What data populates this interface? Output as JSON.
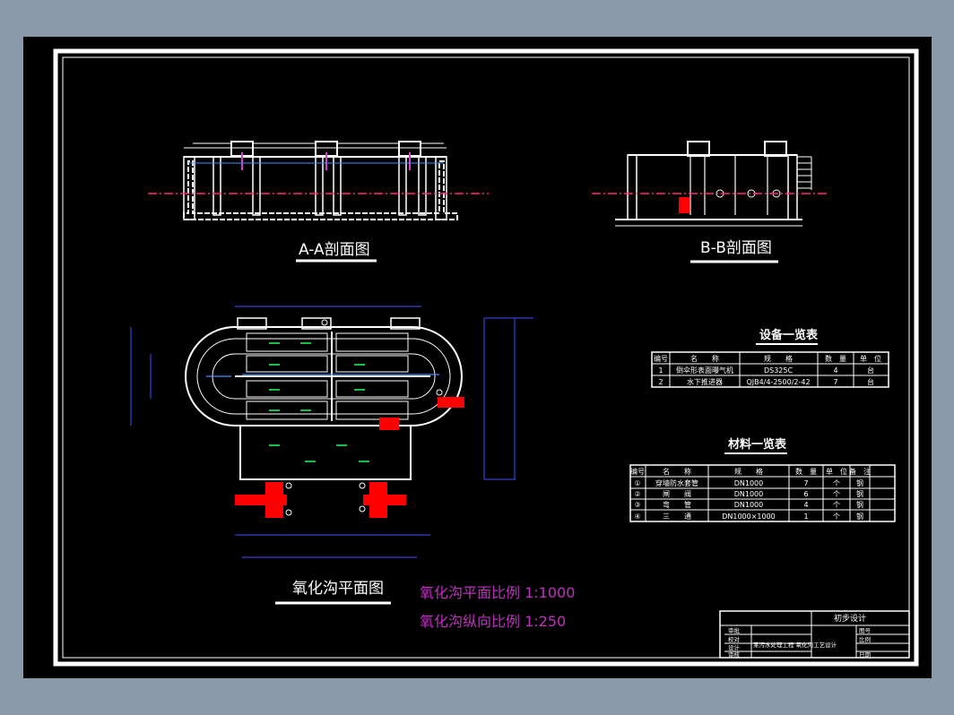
{
  "titles": {
    "section_aa": "A-A剖面图",
    "section_bb": "B-B剖面图",
    "plan": "氧化沟平面图"
  },
  "scales": {
    "plan": "氧化沟平面比例 1:1000",
    "section": "氧化沟纵向比例 1:250"
  },
  "equipment_table": {
    "title": "设备一览表",
    "headers": [
      "编号",
      "名　　称",
      "规　　格",
      "数　量",
      "单　位"
    ],
    "rows": [
      [
        "1",
        "倒伞形表面曝气机",
        "DS325C",
        "4",
        "台"
      ],
      [
        "2",
        "水下推进器",
        "QJB4/4-2500/2-42",
        "7",
        "台"
      ]
    ]
  },
  "material_table": {
    "title": "材料一览表",
    "headers": [
      "编号",
      "名　　称",
      "规　　格",
      "数　量",
      "单　位",
      "备　注"
    ],
    "rows": [
      [
        "①",
        "穿墙防水套管",
        "DN1000",
        "7",
        "个",
        "钢"
      ],
      [
        "②",
        "闸　　阀",
        "DN1000",
        "6",
        "个",
        "钢"
      ],
      [
        "③",
        "弯　　管",
        "DN1000",
        "4",
        "个",
        "钢"
      ],
      [
        "④",
        "三　　通",
        "DN1000×1000",
        "1",
        "个",
        "钢"
      ]
    ]
  },
  "title_block": {
    "design_label": "初步设计",
    "row_labels": [
      "审批",
      "校对",
      "设计",
      "审核"
    ],
    "project_text": "某污水处理工程 氧化沟工艺设计",
    "right_labels": [
      "图号",
      "比例",
      "日期"
    ]
  },
  "colors": {
    "background": "#000000",
    "linework": "#ffffff",
    "accent": "#ff0000",
    "dimension": "#3f4fff",
    "scale_text": "#c030c0",
    "water_line": "#ff2a7a"
  }
}
